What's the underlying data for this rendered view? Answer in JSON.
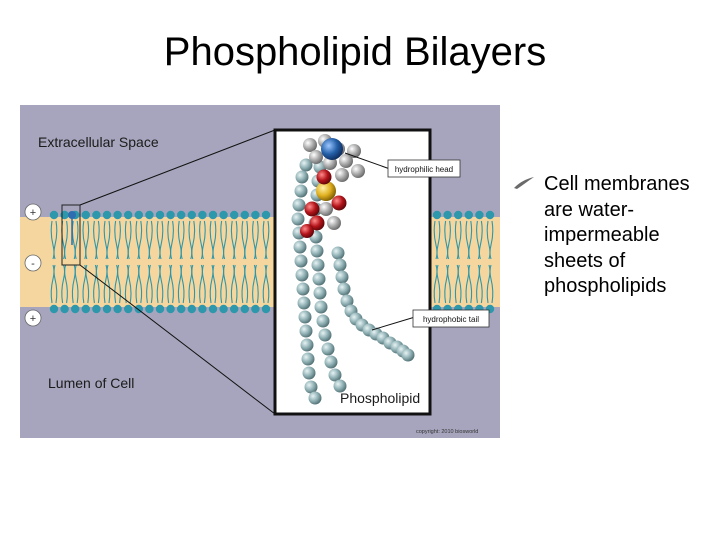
{
  "slide": {
    "title": "Phospholipid Bilayers",
    "bullets": [
      {
        "text": "Cell membranes are water-impermeable sheets of phospholipids"
      }
    ]
  },
  "figure": {
    "region_labels": {
      "top": "Extracellular Space",
      "bottom": "Lumen of Cell"
    },
    "charge_symbols": [
      "+",
      "-",
      "+"
    ],
    "callouts": {
      "head": "hydrophilic head",
      "tail": "hydrophobic tail"
    },
    "molecule_label": "Phospholipid",
    "copyright": "copyright: 2010 biosworld",
    "colors": {
      "background": "#a6a5bd",
      "membrane_core": "#f4d69e",
      "lipid": "#2d97ab",
      "head_blue": "#2460a8",
      "head_red": "#b3141a",
      "head_yellow": "#e0b020",
      "tail_atom": "#8fb0b4"
    }
  }
}
